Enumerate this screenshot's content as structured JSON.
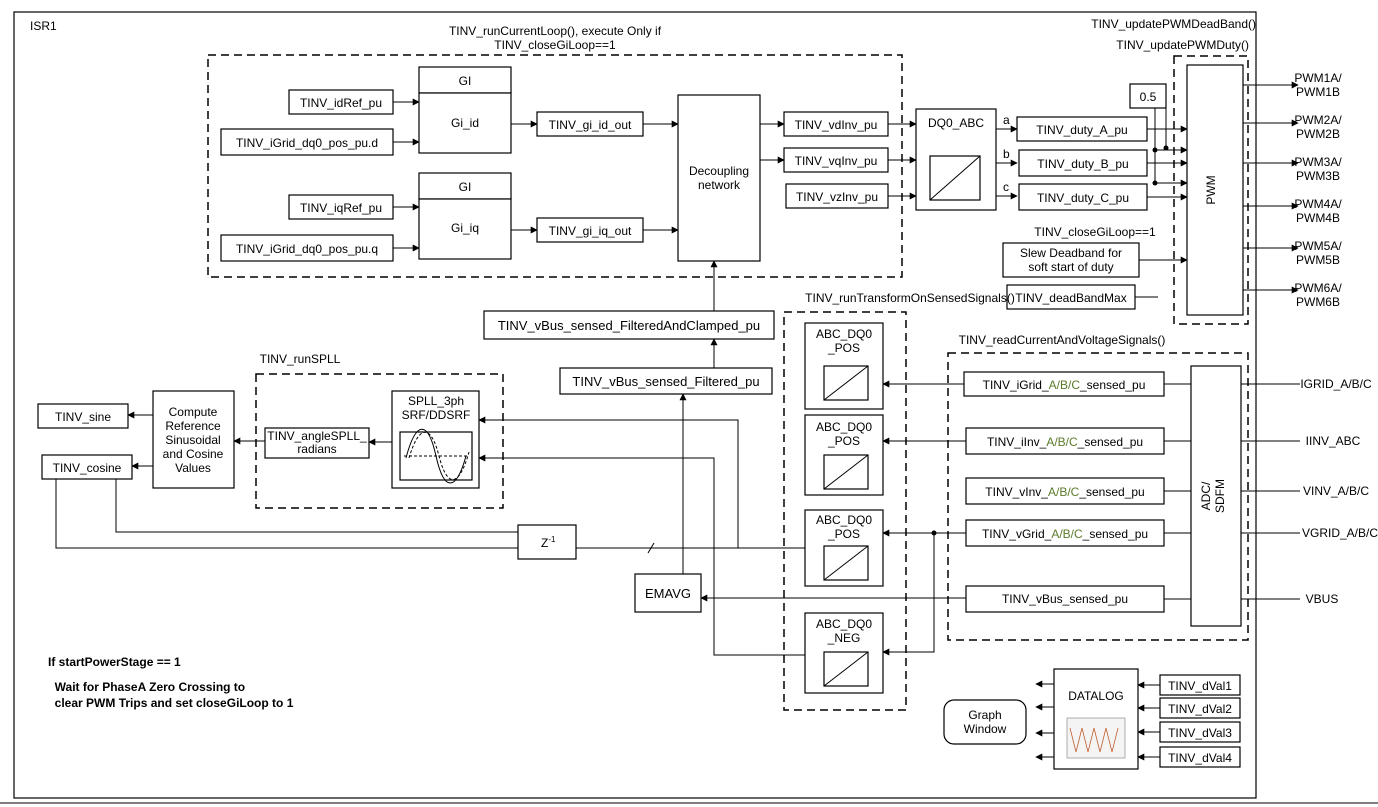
{
  "isr_label": "ISR1",
  "current_loop": {
    "title_line1": "TINV_runCurrentLoop(), execute Only if",
    "title_line2": "TINV_closeGiLoop==1",
    "gi_label": "GI",
    "gi_id": "Gi_id",
    "gi_iq": "Gi_iq",
    "idref": "TINV_idRef_pu",
    "igrid_d": "TINV_iGrid_dq0_pos_pu.d",
    "iqref": "TINV_iqRef_pu",
    "igrid_q": "TINV_iGrid_dq0_pos_pu.q",
    "gi_id_out": "TINV_gi_id_out",
    "gi_iq_out": "TINV_gi_iq_out",
    "decoupling_line1": "Decoupling",
    "decoupling_line2": "network",
    "vdinv": "TINV_vdInv_pu",
    "vqinv": "TINV_vqInv_pu",
    "vzinv": "TINV_vzInv_pu",
    "dq0_abc": "DQ0_ABC",
    "phase_a": "a",
    "phase_b": "b",
    "phase_c": "c",
    "duty_a": "TINV_duty_A_pu",
    "duty_b": "TINV_duty_B_pu",
    "duty_c": "TINV_duty_C_pu"
  },
  "pwm_section": {
    "deadband_title": "TINV_updatePWMDeadBand()",
    "duty_title": "TINV_updatePWMDuty()",
    "half": "0.5",
    "pwm": "PWM",
    "close_gi_loop": "TINV_closeGiLoop==1",
    "slew_line1": "Slew Deadband for",
    "slew_line2": "soft start of duty",
    "deadband_max": "TINV_deadBandMax",
    "outputs": [
      {
        "line1": "PWM1A/",
        "line2": "PWM1B"
      },
      {
        "line1": "PWM2A/",
        "line2": "PWM2B"
      },
      {
        "line1": "PWM3A/",
        "line2": "PWM3B"
      },
      {
        "line1": "PWM4A/",
        "line2": "PWM4B"
      },
      {
        "line1": "PWM5A/",
        "line2": "PWM5B"
      },
      {
        "line1": "PWM6A/",
        "line2": "PWM6B"
      }
    ]
  },
  "vbus": {
    "filtered_clamped": "TINV_vBus_sensed_FilteredAndClamped_pu",
    "filtered": "TINV_vBus_sensed_Filtered_pu",
    "emavg": "EMAVG"
  },
  "transform": {
    "title": "TINV_runTransformOnSensedSignals()",
    "blocks": [
      {
        "line1": "ABC_DQ0",
        "line2": "_POS"
      },
      {
        "line1": "ABC_DQ0",
        "line2": "_POS"
      },
      {
        "line1": "ABC_DQ0",
        "line2": "_POS"
      },
      {
        "line1": "ABC_DQ0",
        "line2": "_NEG"
      }
    ]
  },
  "read_signals": {
    "title": "TINV_readCurrentAndVoltageSignals()",
    "igrid": {
      "pre": "TINV_iGrid_",
      "mid": "A/B/C",
      "post": "_sensed_pu"
    },
    "iinv": {
      "pre": "TINV_iInv_",
      "mid": "A/B/C",
      "post": "_sensed_pu"
    },
    "vinv": {
      "pre": "TINV_vInv_",
      "mid": "A/B/C",
      "post": "_sensed_pu"
    },
    "vgrid": {
      "pre": "TINV_vGrid_",
      "mid": "A/B/C",
      "post": "_sensed_pu"
    },
    "vbus_sensed": "TINV_vBus_sensed_pu",
    "adc_line1": "ADC/",
    "adc_line2": "SDFM",
    "inputs": [
      "IGRID_A/B/C",
      "IINV_ABC",
      "VINV_A/B/C",
      "VGRID_A/B/C",
      "VBUS"
    ]
  },
  "spll": {
    "title": "TINV_runSPLL",
    "block_line1": "SPLL_3ph",
    "block_line2": "SRF/DDSRF",
    "angle_line1": "TINV_angleSPLL_",
    "angle_line2": "radians",
    "compute_lines": [
      "Compute",
      "Reference",
      "Sinusoidal",
      "and Cosine",
      "Values"
    ],
    "sine": "TINV_sine",
    "cosine": "TINV_cosine",
    "zinv_base": "Z",
    "zinv_exp": "-1"
  },
  "startup_note": [
    "If startPowerStage == 1",
    "  Wait for PhaseA Zero Crossing to",
    "  clear PWM Trips and set closeGiLoop to 1"
  ],
  "datalog": {
    "label": "DATALOG",
    "graph_line1": "Graph",
    "graph_line2": "Window",
    "vals": [
      "TINV_dVal1",
      "TINV_dVal2",
      "TINV_dVal3",
      "TINV_dVal4"
    ]
  },
  "colors": {
    "line": "#000000",
    "highlight": "#5a7a2a",
    "background": "#ffffff"
  }
}
